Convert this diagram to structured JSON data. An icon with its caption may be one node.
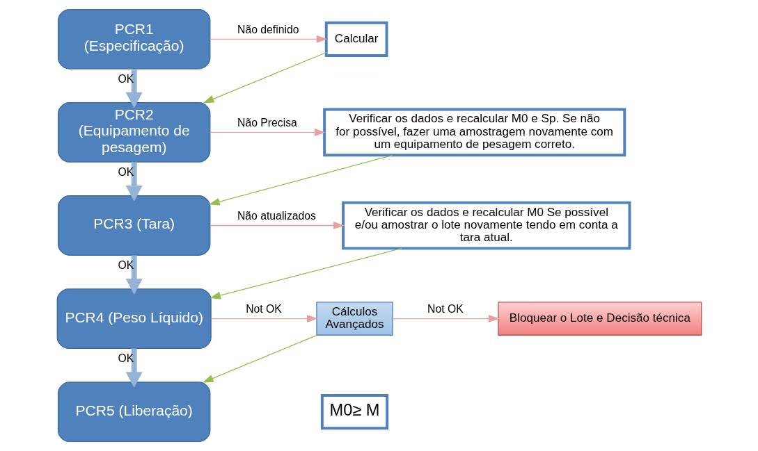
{
  "diagram": {
    "nodes": [
      {
        "text": [
          "PCR1 (Especificação)"
        ]
      },
      {
        "text": [
          "Calcular"
        ]
      },
      {
        "text": [
          "PCR2 (Equipamento de pesagem)"
        ]
      },
      {
        "text": [
          "Verificar os dados e recalcular M0 e Sp. Se não for possível, fazer uma amostragem novamente com um equipamento de pesagem correto."
        ]
      },
      {
        "text": [
          "PCR3 (Tara)"
        ]
      },
      {
        "text": [
          "Verificar os dados e recalcular M0 Se possível e/ou amostrar o lote novamente tendo em conta a tara atual."
        ]
      },
      {
        "text": [
          "PCR4 (Peso Líquido)"
        ]
      },
      {
        "text": [
          "Cálculos Avançados"
        ]
      },
      {
        "text": [
          "Bloquear o Lote e Decisão técnica"
        ]
      },
      {
        "text": [
          "M0≥ M"
        ]
      },
      {
        "text": [
          "PCR5 (Liberação)"
        ]
      }
    ],
    "edges": [
      {
        "from": 0,
        "to": 1,
        "arrow": "to",
        "label": "Não definido"
      },
      {
        "from": 1,
        "to": 2,
        "arrow": "to",
        "color": "#92c050"
      },
      {
        "from": 0,
        "to": 2,
        "arrow": "to",
        "label": "OK",
        "style": "thick",
        "color": "#95b3d7"
      },
      {
        "from": 2,
        "to": 3,
        "arrow": "to",
        "label": "Não Precisa"
      },
      {
        "from": 3,
        "to": 4,
        "arrow": "to",
        "color": "#92c050"
      },
      {
        "from": 2,
        "to": 4,
        "arrow": "to",
        "label": "OK",
        "style": "thick",
        "color": "#95b3d7"
      },
      {
        "from": 4,
        "to": 5,
        "arrow": "to",
        "label": "Não atualizados"
      },
      {
        "from": 5,
        "to": 6,
        "arrow": "to",
        "color": "#92c050"
      },
      {
        "from": 4,
        "to": 6,
        "arrow": "to",
        "label": "OK",
        "style": "thick",
        "color": "#95b3d7"
      },
      {
        "from": 6,
        "to": 7,
        "arrow": "to",
        "label": "Not OK"
      },
      {
        "from": 7,
        "to": 8,
        "arrow": "to",
        "label": "Not OK"
      },
      {
        "from": 7,
        "to": 10,
        "arrow": "to",
        "color": "#92c050"
      },
      {
        "from": 6,
        "to": 10,
        "arrow": "to",
        "label": "OK",
        "style": "thick",
        "color": "#95b3d7"
      }
    ]
  }
}
